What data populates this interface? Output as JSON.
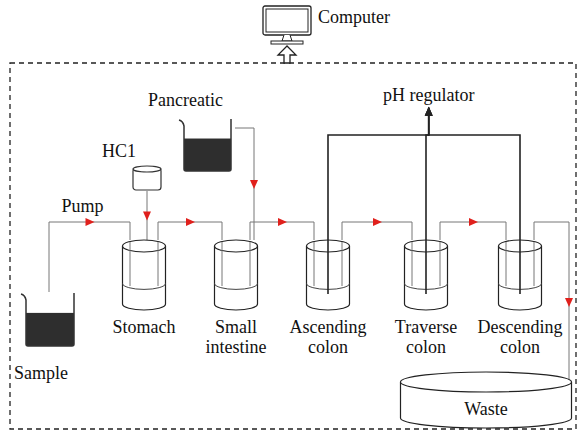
{
  "diagram": {
    "nodes": [
      {
        "text": [
          "Computer"
        ]
      },
      {
        "text": [
          "Pancreatic"
        ]
      },
      {
        "text": [
          "pH regulator"
        ]
      },
      {
        "text": [
          "HC1"
        ]
      },
      {
        "text": [
          "Sample"
        ]
      },
      {
        "text": [
          "Stomach"
        ]
      },
      {
        "text": [
          "Small intestine"
        ]
      },
      {
        "text": [
          "Ascending colon"
        ]
      },
      {
        "text": [
          "Traverse colon"
        ]
      },
      {
        "text": [
          "Descending colon"
        ]
      },
      {
        "text": [
          "Waste"
        ]
      }
    ],
    "edges": [
      {
        "from": 4,
        "to": 5,
        "label": "Pump",
        "arrow": "to"
      },
      {
        "from": 3,
        "to": 5,
        "arrow": "to"
      },
      {
        "from": 5,
        "to": 6,
        "arrow": "to"
      },
      {
        "from": 1,
        "to": 6,
        "arrow": "to"
      },
      {
        "from": 6,
        "to": 7,
        "arrow": "to"
      },
      {
        "from": 7,
        "to": 8,
        "arrow": "to"
      },
      {
        "from": 8,
        "to": 9,
        "arrow": "to"
      },
      {
        "from": 9,
        "to": 10,
        "arrow": "to"
      },
      {
        "from": 7,
        "to": 2,
        "arrow": "to"
      },
      {
        "from": 8,
        "to": 2,
        "arrow": "to"
      },
      {
        "from": 9,
        "to": 2,
        "arrow": "to"
      }
    ]
  }
}
